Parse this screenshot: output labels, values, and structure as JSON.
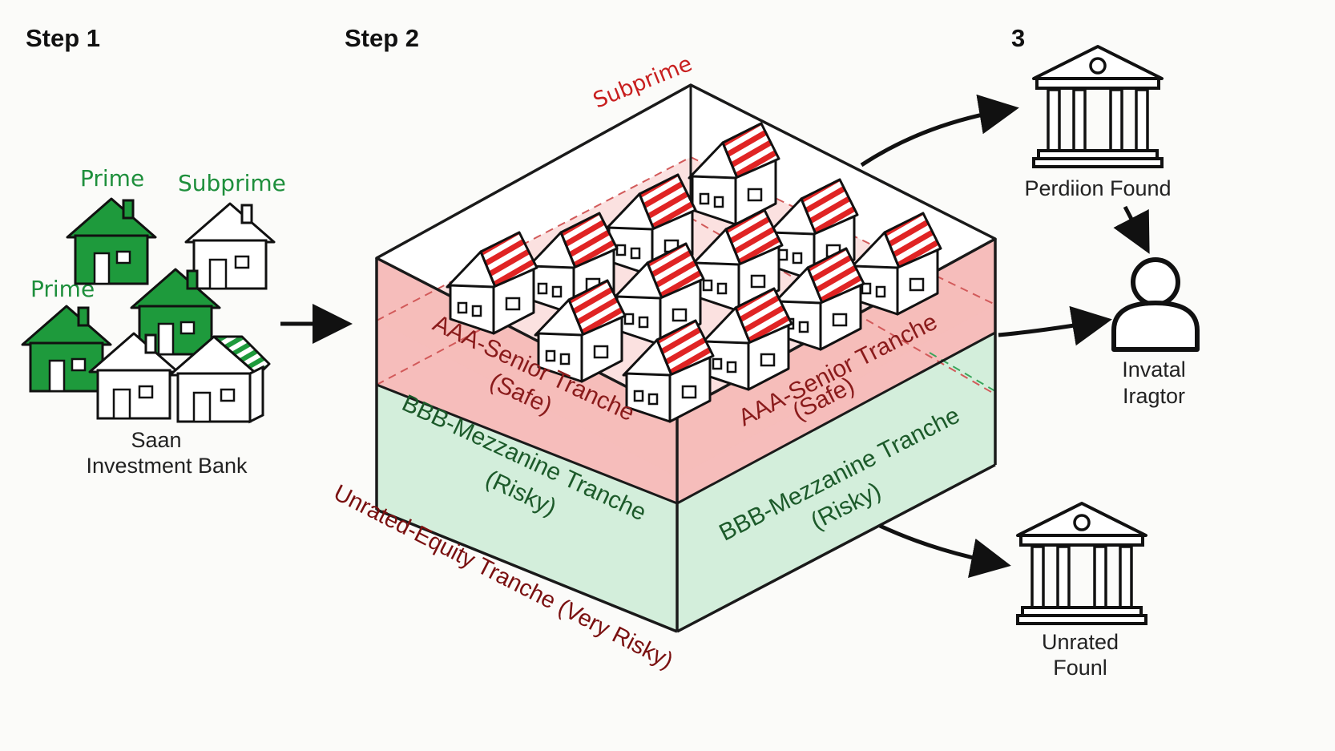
{
  "steps": {
    "step1": "Step 1",
    "step2": "Step 2",
    "step3": "3"
  },
  "pool": {
    "label_prime_top": "Prime",
    "label_subprime": "Subprime",
    "label_prime_left": "Prime",
    "bank_line1": "Saan",
    "bank_line2": "Investment Bank"
  },
  "box": {
    "top_label": "Subprime",
    "senior_front_line1": "AAA-Senior Tranche",
    "senior_front_line2": "(Safe)",
    "senior_side_line1": "AAA-Senior Tranche",
    "senior_side_line2": "(Safe)",
    "mezz_front_line1": "BBB-Mezzanine Tranche",
    "mezz_front_line2": "(Risky)",
    "mezz_side_line1": "BBB-Mezzanine Tranche",
    "mezz_side_line2": "(Risky)",
    "equity_label": "Unrated-Equity Tranche (Very Risky)"
  },
  "investors": {
    "pension_label": "Perdiion Found",
    "investor_line1": "Invatal",
    "investor_line2": "Iragtor",
    "unrated_line1": "Unrated",
    "unrated_line2": "Founl"
  },
  "colors": {
    "prime_green": "#1e9a3c",
    "subprime_red": "#e02424",
    "senior_fill": "#f6b9b7",
    "mezz_fill": "#cdebd6",
    "stroke": "#1a1a1a"
  }
}
